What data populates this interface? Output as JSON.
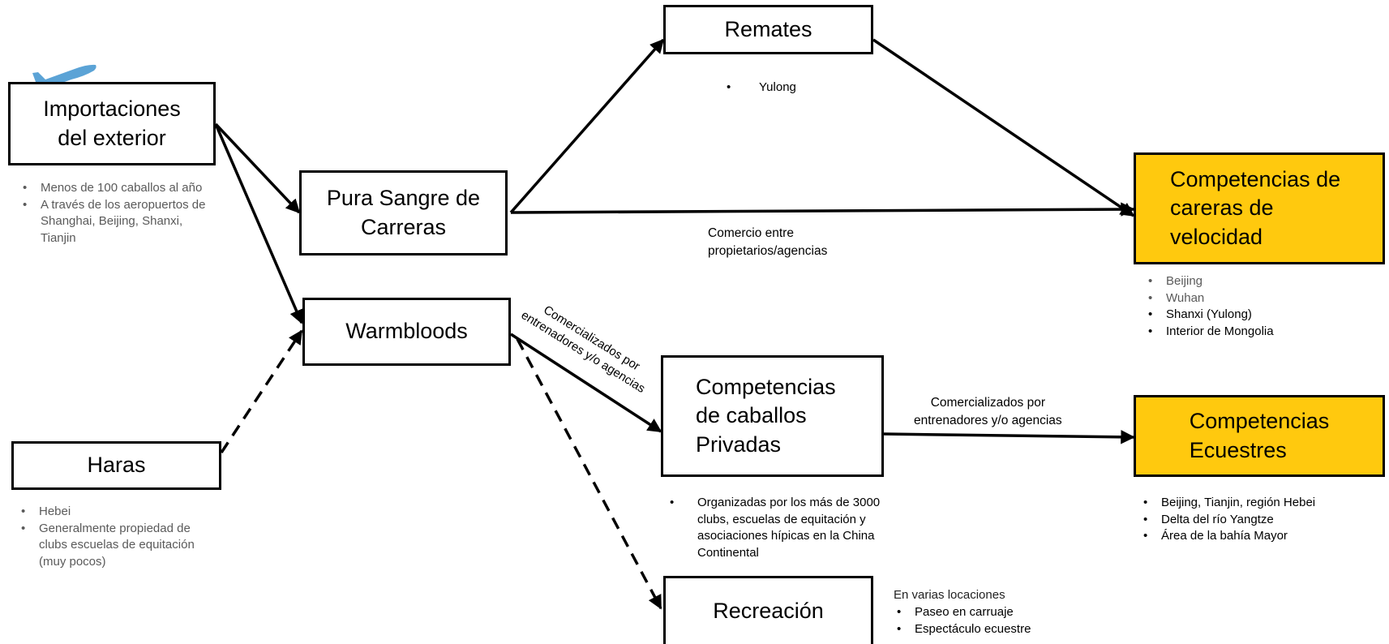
{
  "boxes": {
    "importaciones": "Importaciones\ndel exterior",
    "pura_sangre": "Pura Sangre de\nCarreras",
    "warmbloods": "Warmbloods",
    "haras": "Haras",
    "remates": "Remates",
    "competencias_velocidad": "Competencias de\ncareras de\nvelocidad",
    "competencias_privadas": "Competencias\nde caballos\nPrivadas",
    "competencias_ecuestres": "Competencias\nEcuestres",
    "recreacion": "Recreación"
  },
  "bullets": {
    "importaciones": [
      "Menos de 100 caballos al año",
      "A través de los aeropuertos de Shanghai, Beijing, Shanxi, Tianjin"
    ],
    "haras": [
      "Hebei",
      "Generalmente propiedad de clubs escuelas de equitación (muy pocos)"
    ],
    "remates": [
      "Yulong"
    ],
    "velocidad": [
      "Beijing",
      "Wuhan",
      "Shanxi (Yulong)",
      "Interior de Mongolia"
    ],
    "privadas": [
      "Organizadas por los más de 3000 clubs, escuelas de equitación y asociaciones hípicas en la China Continental"
    ],
    "ecuestres": [
      "Beijing, Tianjin, región Hebei",
      "Delta del río Yangtze",
      "Área de la bahía Mayor"
    ],
    "recreacion": [
      "Paseo en carruaje",
      "Espectáculo ecuestre"
    ]
  },
  "notes": {
    "comercio": "Comercio entre\npropietarios/agencias",
    "rotated": "Comercializados por\nentrenadores y/o agencias",
    "ecuestres_link": "Comercializados por\nentrenadores y/o agencias",
    "recreacion_header": "En varias locaciones"
  },
  "colors": {
    "highlight": "#FFC90E",
    "plane": "#5BA3D6",
    "secondary_text": "#5a5a5a"
  },
  "icons": [
    "airplane-icon"
  ]
}
